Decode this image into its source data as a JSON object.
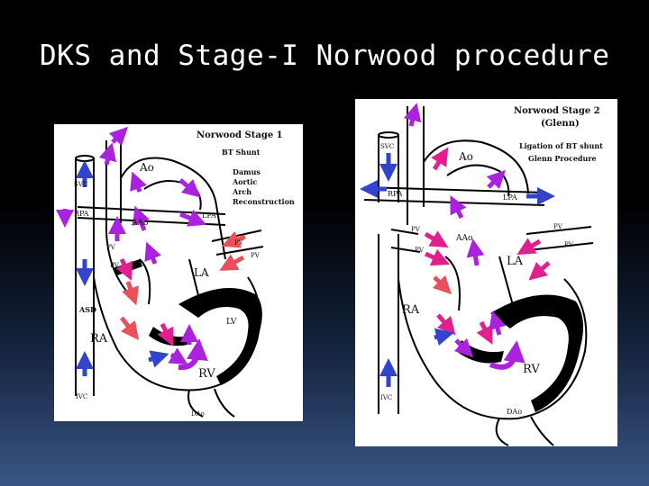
{
  "slide": {
    "title": "DKS and Stage-I Norwood procedure"
  },
  "colors": {
    "background_top": "#000000",
    "background_bottom": "#3a5585",
    "arrow_blue": "#3344cc",
    "arrow_purple": "#aa22dd",
    "arrow_magenta": "#e0208f",
    "arrow_red": "#e8505a",
    "wall": "#000000"
  },
  "stage1": {
    "title": "Norwood Stage 1",
    "labels": {
      "bt_shunt": "BT Shunt",
      "damus1": "Damus",
      "damus2": "Aortic",
      "damus3": "Arch",
      "damus4": "Reconstruction",
      "ao": "Ao",
      "svc": "SVC",
      "rpa": "RPA",
      "aao": "AAo",
      "lpa": "LPA",
      "pv1": "PV",
      "pv2": "PV",
      "pv3": "PV",
      "pv4": "PV",
      "la": "LA",
      "asd": "ASD",
      "lv": "LV",
      "ra": "RA",
      "rv": "RV",
      "ivc": "IVC",
      "dao": "DAo"
    }
  },
  "stage2": {
    "title1": "Norwood Stage 2",
    "title2": "(Glenn)",
    "labels": {
      "ligation": "Ligation of BT shunt",
      "glenn": "Glenn Procedure",
      "svc": "SVC",
      "ao": "Ao",
      "rpa": "RPA",
      "lpa": "LPA",
      "pv1": "PV",
      "pv2": "PV",
      "pv3": "PV",
      "pv4": "PV",
      "aao": "AAo",
      "la": "LA",
      "ra": "RA",
      "lv": "LV",
      "rv": "RV",
      "ivc": "IVC",
      "dao": "DAo"
    }
  }
}
